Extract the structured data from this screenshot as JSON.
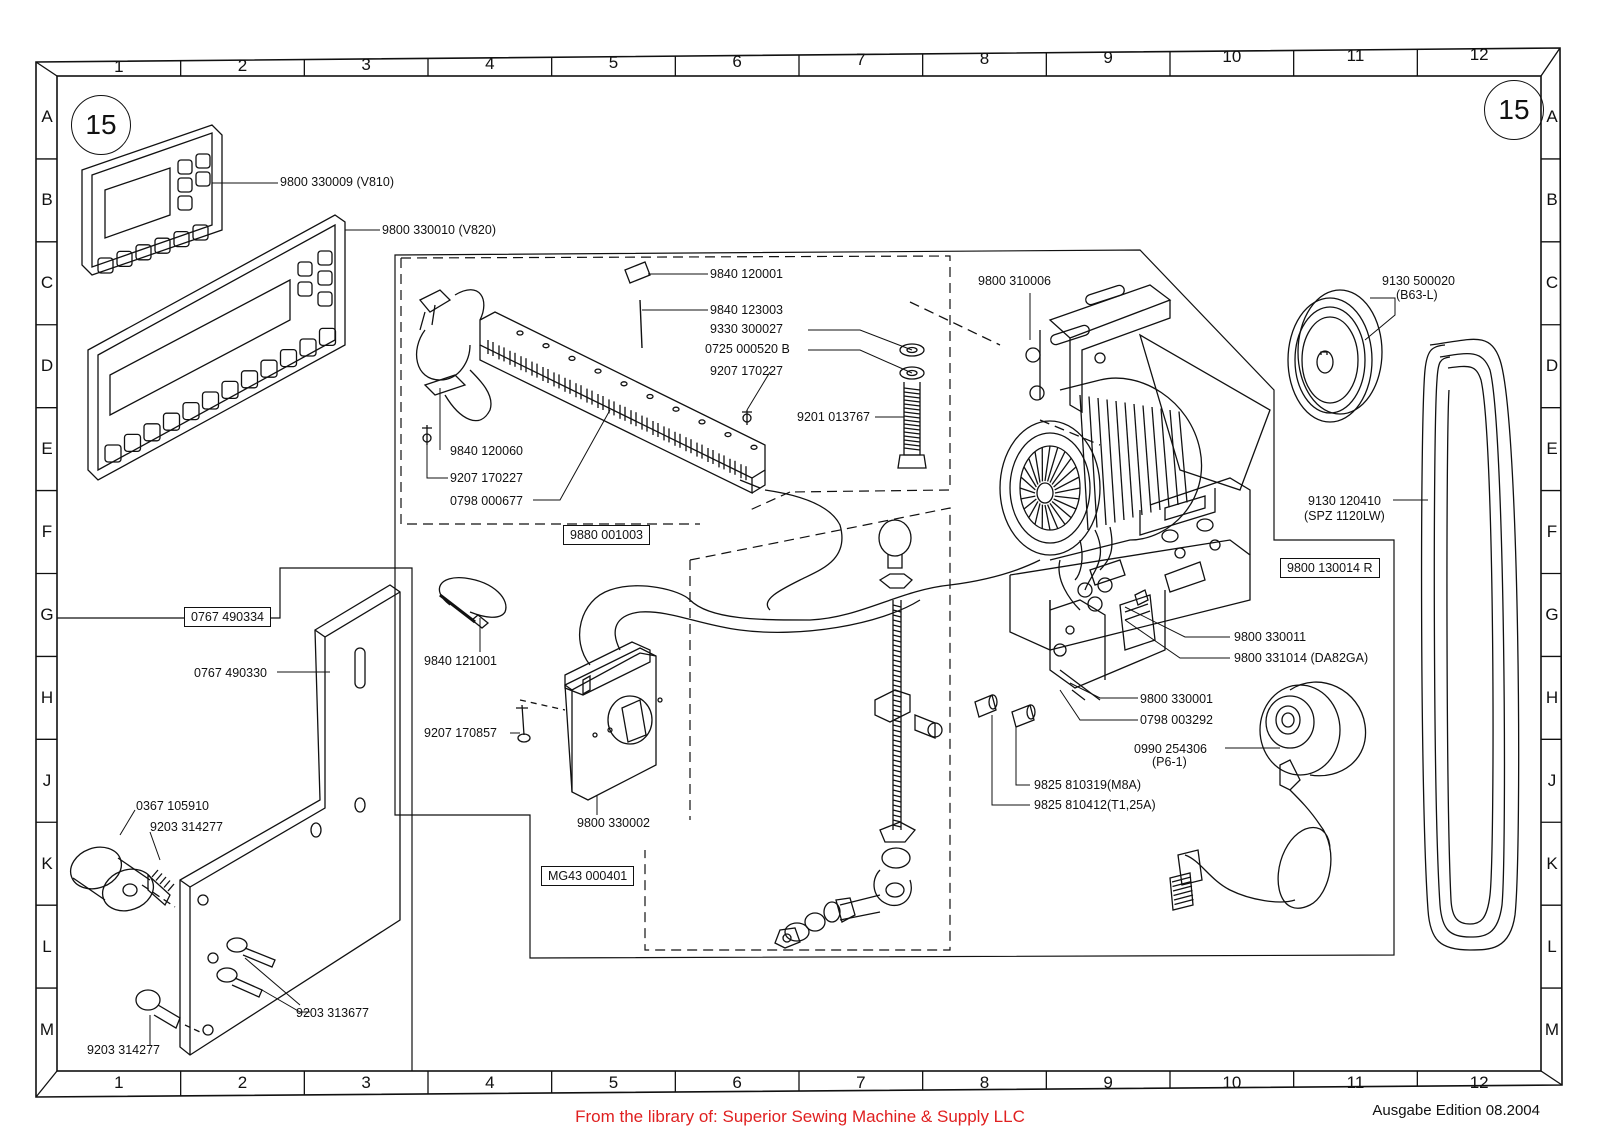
{
  "page_number": "15",
  "grid": {
    "columns": [
      "1",
      "2",
      "3",
      "4",
      "5",
      "6",
      "7",
      "8",
      "9",
      "10",
      "11",
      "12"
    ],
    "rows": [
      "A",
      "B",
      "C",
      "D",
      "E",
      "F",
      "G",
      "H",
      "J",
      "K",
      "L",
      "M"
    ]
  },
  "part_labels": {
    "p_330009": "9800 330009 (V810)",
    "p_330010": "9800 330010 (V820)",
    "p_120001": "9840 120001",
    "p_123003": "9840 123003",
    "p_300027": "9330 300027",
    "p_000520": "0725 000520 B",
    "p_170227a": "9207 170227",
    "p_013767": "9201 013767",
    "p_120060": "9840 120060",
    "p_170227b": "9207 170227",
    "p_000677": "0798 000677",
    "p_310006": "9800 310006",
    "p_500020": "9130 500020",
    "p_500020_sub": "(B63-L)",
    "p_120410": "9130 120410",
    "p_120410_sub": "(SPZ 1120LW)",
    "p_490330": "0767 490330",
    "p_121001": "9840 121001",
    "p_170857": "9207 170857",
    "p_330002": "9800 330002",
    "p_330011": "9800 330011",
    "p_331014": "9800 331014 (DA82GA)",
    "p_330001": "9800 330001",
    "p_003292": "0798 003292",
    "p_254306": "0990 254306",
    "p_254306_sub": "(P6-1)",
    "p_810319": "9825 810319(M8A)",
    "p_810412": "9825 810412(T1,25A)",
    "p_105910": "0367 105910",
    "p_314277a": "9203 314277",
    "p_313677": "9203 313677",
    "p_314277b": "9203 314277"
  },
  "group_labels": {
    "g_001003": "9880 001003",
    "g_130014": "9800 130014 R",
    "g_490334": "0767 490334",
    "g_000401": "MG43 000401"
  },
  "footer": {
    "credit": "From the library of: Superior Sewing Machine & Supply LLC",
    "edition": "Ausgabe Edition 08.2004"
  }
}
